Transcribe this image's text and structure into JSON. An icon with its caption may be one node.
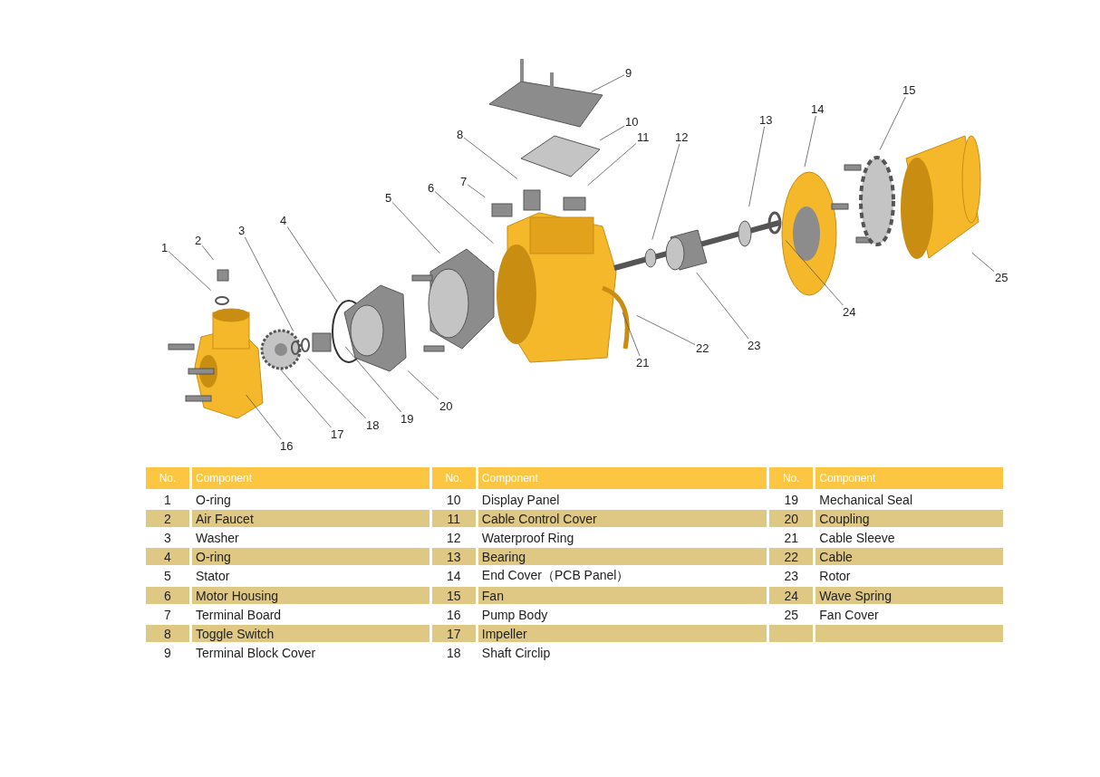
{
  "diagram": {
    "nodes": [
      {
        "text": [
          "1"
        ]
      },
      {
        "text": [
          "2"
        ]
      },
      {
        "text": [
          "3"
        ]
      },
      {
        "text": [
          "4"
        ]
      },
      {
        "text": [
          "5"
        ]
      },
      {
        "text": [
          "6"
        ]
      },
      {
        "text": [
          "7"
        ]
      },
      {
        "text": [
          "8"
        ]
      },
      {
        "text": [
          "9"
        ]
      },
      {
        "text": [
          "10"
        ]
      },
      {
        "text": [
          "11"
        ]
      },
      {
        "text": [
          "12"
        ]
      },
      {
        "text": [
          "13"
        ]
      },
      {
        "text": [
          "14"
        ]
      },
      {
        "text": [
          "15"
        ]
      },
      {
        "text": [
          "16"
        ]
      },
      {
        "text": [
          "17"
        ]
      },
      {
        "text": [
          "18"
        ]
      },
      {
        "text": [
          "19"
        ]
      },
      {
        "text": [
          "20"
        ]
      },
      {
        "text": [
          "21"
        ]
      },
      {
        "text": [
          "22"
        ]
      },
      {
        "text": [
          "23"
        ]
      },
      {
        "text": [
          "24"
        ]
      },
      {
        "text": [
          "25"
        ]
      }
    ],
    "edges": [
      {
        "from": 0,
        "to": null,
        "arrow": "none"
      },
      {
        "from": 1,
        "to": null,
        "arrow": "none"
      },
      {
        "from": 2,
        "to": null,
        "arrow": "none"
      },
      {
        "from": 3,
        "to": null,
        "arrow": "none"
      },
      {
        "from": 4,
        "to": null,
        "arrow": "none"
      },
      {
        "from": 5,
        "to": null,
        "arrow": "none"
      },
      {
        "from": 6,
        "to": null,
        "arrow": "none"
      },
      {
        "from": 7,
        "to": null,
        "arrow": "none"
      },
      {
        "from": 8,
        "to": null,
        "arrow": "none"
      },
      {
        "from": 9,
        "to": null,
        "arrow": "none"
      },
      {
        "from": 10,
        "to": null,
        "arrow": "none"
      },
      {
        "from": 11,
        "to": null,
        "arrow": "none"
      },
      {
        "from": 12,
        "to": null,
        "arrow": "none"
      },
      {
        "from": 13,
        "to": null,
        "arrow": "none"
      },
      {
        "from": 14,
        "to": null,
        "arrow": "none"
      },
      {
        "from": 15,
        "to": null,
        "arrow": "none"
      },
      {
        "from": 16,
        "to": null,
        "arrow": "none"
      },
      {
        "from": 17,
        "to": null,
        "arrow": "none"
      },
      {
        "from": 18,
        "to": null,
        "arrow": "none"
      },
      {
        "from": 19,
        "to": null,
        "arrow": "none"
      },
      {
        "from": 20,
        "to": null,
        "arrow": "none"
      },
      {
        "from": 21,
        "to": null,
        "arrow": "none"
      },
      {
        "from": 22,
        "to": null,
        "arrow": "none"
      },
      {
        "from": 23,
        "to": null,
        "arrow": "none"
      },
      {
        "from": 24,
        "to": null,
        "arrow": "none"
      }
    ],
    "labels": [
      "No.",
      "Component",
      "No.",
      "Component",
      "No.",
      "Component",
      "1",
      "O-ring",
      "10",
      "Display Panel",
      "19",
      "Mechanical Seal",
      "2",
      "Air Faucet",
      "11",
      "Cable Control Cover",
      "20",
      "Coupling",
      "3",
      "Washer",
      "12",
      "Waterproof Ring",
      "21",
      "Cable Sleeve",
      "4",
      "O-ring",
      "13",
      "Bearing",
      "22",
      "Cable",
      "5",
      "Stator",
      "14",
      "End Cover（PCB Panel）",
      "23",
      "Rotor",
      "6",
      "Motor Housing",
      "15",
      "Fan",
      "24",
      "Wave Spring",
      "7",
      "Terminal Board",
      "16",
      "Pump Body",
      "25",
      "Fan Cover",
      "8",
      "Toggle Switch",
      "17",
      "Impeller",
      "9",
      "Terminal Block Cover",
      "18",
      "Shaft Circlip"
    ]
  }
}
